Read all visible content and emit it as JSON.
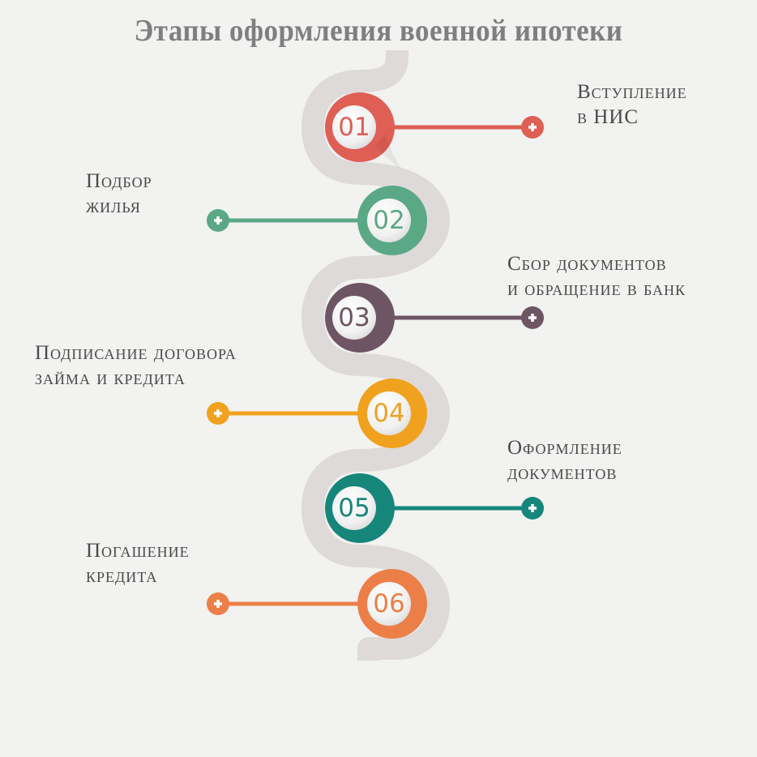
{
  "title": "Этапы оформления военной ипотеки",
  "colors": {
    "background": "#f2f2f1",
    "path": "#dedad9",
    "title": "#7f7f7f",
    "label": "#4a4a4a"
  },
  "steps": [
    {
      "number": "01",
      "line1": "Вступление",
      "line2": "в НИС",
      "color": "#df5f55",
      "side": "right"
    },
    {
      "number": "02",
      "line1": "Подбор",
      "line2": "жилья",
      "color": "#5aa886",
      "side": "left"
    },
    {
      "number": "03",
      "line1": "Сбор документов",
      "line2": "и обращение в банк",
      "color": "#6e5563",
      "side": "right"
    },
    {
      "number": "04",
      "line1": "Подписание договора",
      "line2": "займа и кредита",
      "color": "#f0a21f",
      "side": "left"
    },
    {
      "number": "05",
      "line1": "Оформление",
      "line2": "документов",
      "color": "#16867b",
      "side": "right"
    },
    {
      "number": "06",
      "line1": "Погашение",
      "line2": "кредита",
      "color": "#ec7f47",
      "side": "left"
    }
  ]
}
